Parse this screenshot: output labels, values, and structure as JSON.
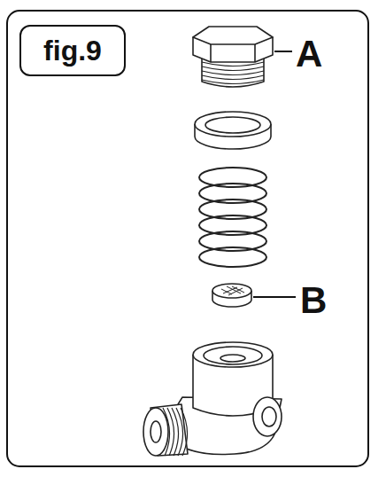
{
  "diagram": {
    "nodes": [
      {
        "text": [
          "fig.9"
        ]
      }
    ],
    "labels": [
      "A",
      "B"
    ]
  }
}
